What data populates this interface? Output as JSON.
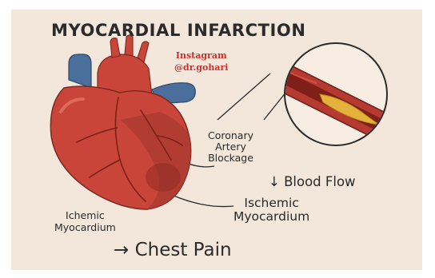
{
  "title": "MYOCARDIAL INFARCTION",
  "watermark": {
    "line1": "Instagram",
    "line2": "@dr.gohari"
  },
  "labels": {
    "coronary_blockage": [
      "Coronary",
      "Artery",
      "Blockage"
    ],
    "blood_flow": "↓ Blood Flow",
    "ischemic_myocardium_right": [
      "Ischemic",
      "Myocardium"
    ],
    "ischemic_myocardium_left": [
      "Ichemic",
      "Myocardium"
    ],
    "chest_pain": "→ Chest Pain"
  },
  "colors": {
    "background": "#f3e6da",
    "heart": "#c9453a",
    "heart_shadow": "#a83a30",
    "vein_blue": "#4a6f9a",
    "artery_wall": "#b73a30",
    "plaque": "#e2b23a",
    "watermark_red": "#d0302a",
    "text": "#2a2a2a"
  },
  "icons": [
    "heart-illustration",
    "artery-cross-section-icon",
    "down-arrow-icon",
    "right-arrow-icon"
  ]
}
